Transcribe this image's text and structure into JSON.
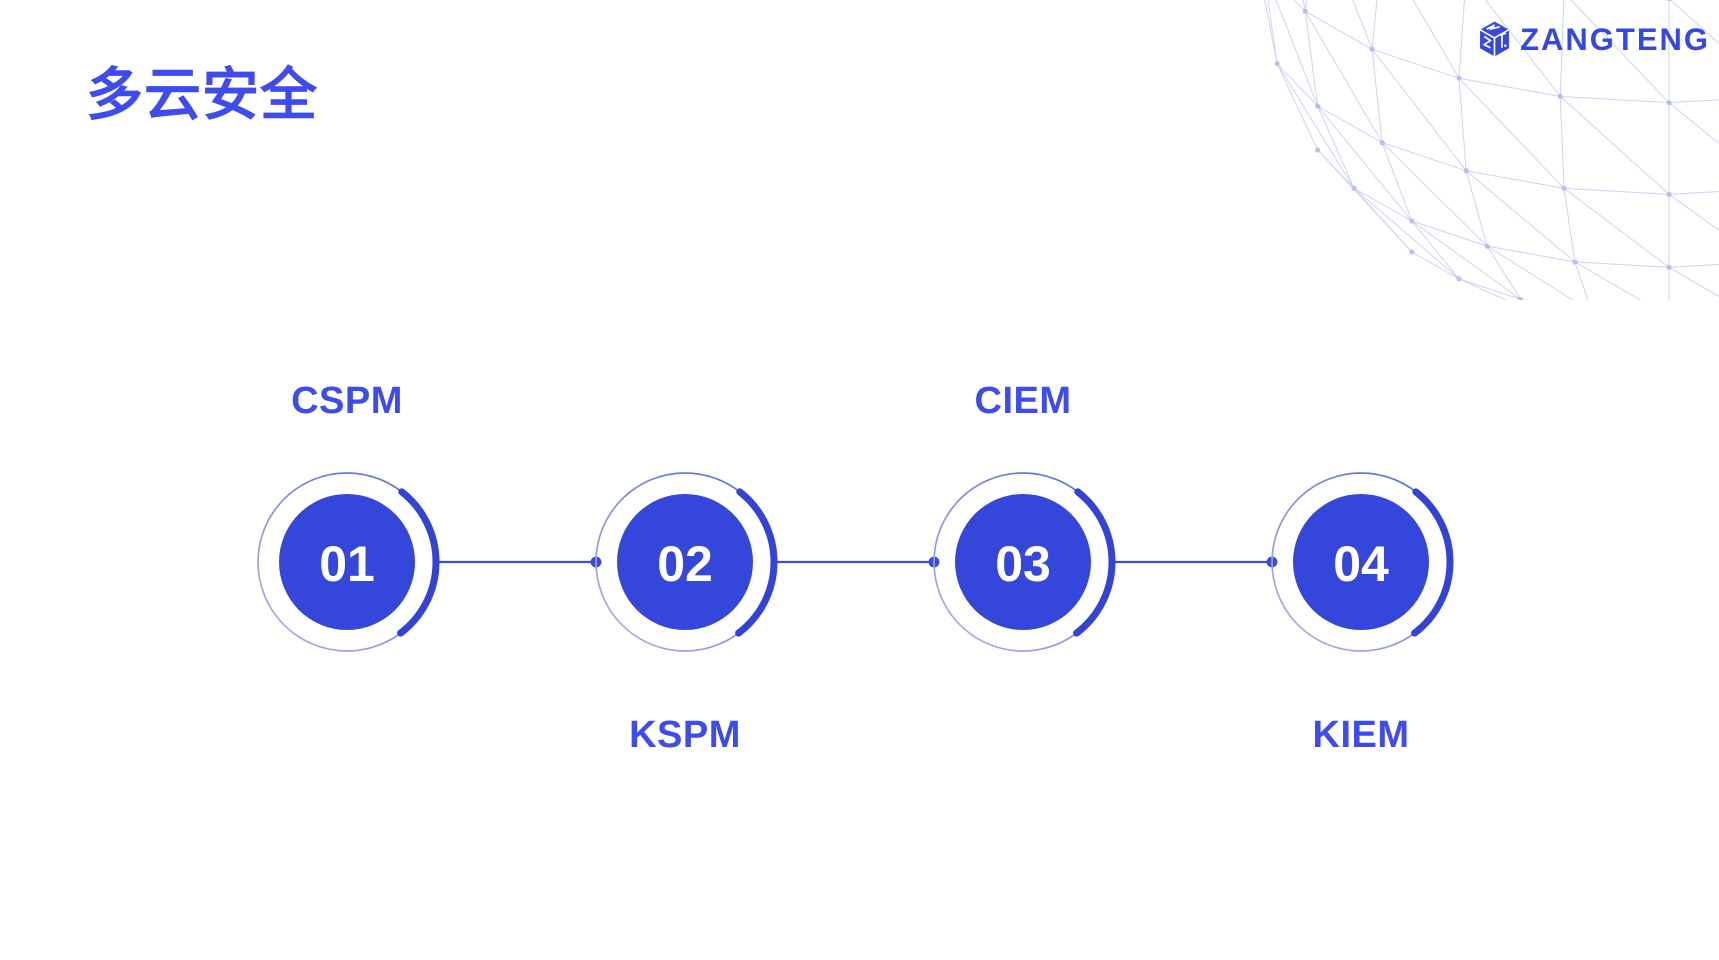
{
  "slide": {
    "title": "多云安全",
    "background_color": "#ffffff"
  },
  "brand": {
    "name": "ZANGTENG",
    "icon": "cube-logo-icon",
    "color": "#3647E3"
  },
  "decoration": {
    "globe_wireframe_position": "top-right",
    "color": "#C6CCF4"
  },
  "timeline": {
    "steps": [
      {
        "number": "01",
        "label": "CSPM",
        "label_position": "above"
      },
      {
        "number": "02",
        "label": "KSPM",
        "label_position": "below"
      },
      {
        "number": "03",
        "label": "CIEM",
        "label_position": "above"
      },
      {
        "number": "04",
        "label": "KIEM",
        "label_position": "below"
      }
    ],
    "colors": {
      "circle_fill": "#3546DA",
      "ring": "#5865E6",
      "arc": "#3343D8",
      "connector": "#3D4BDC",
      "number_text": "#ffffff",
      "label_text": "#3D4BF0"
    }
  }
}
